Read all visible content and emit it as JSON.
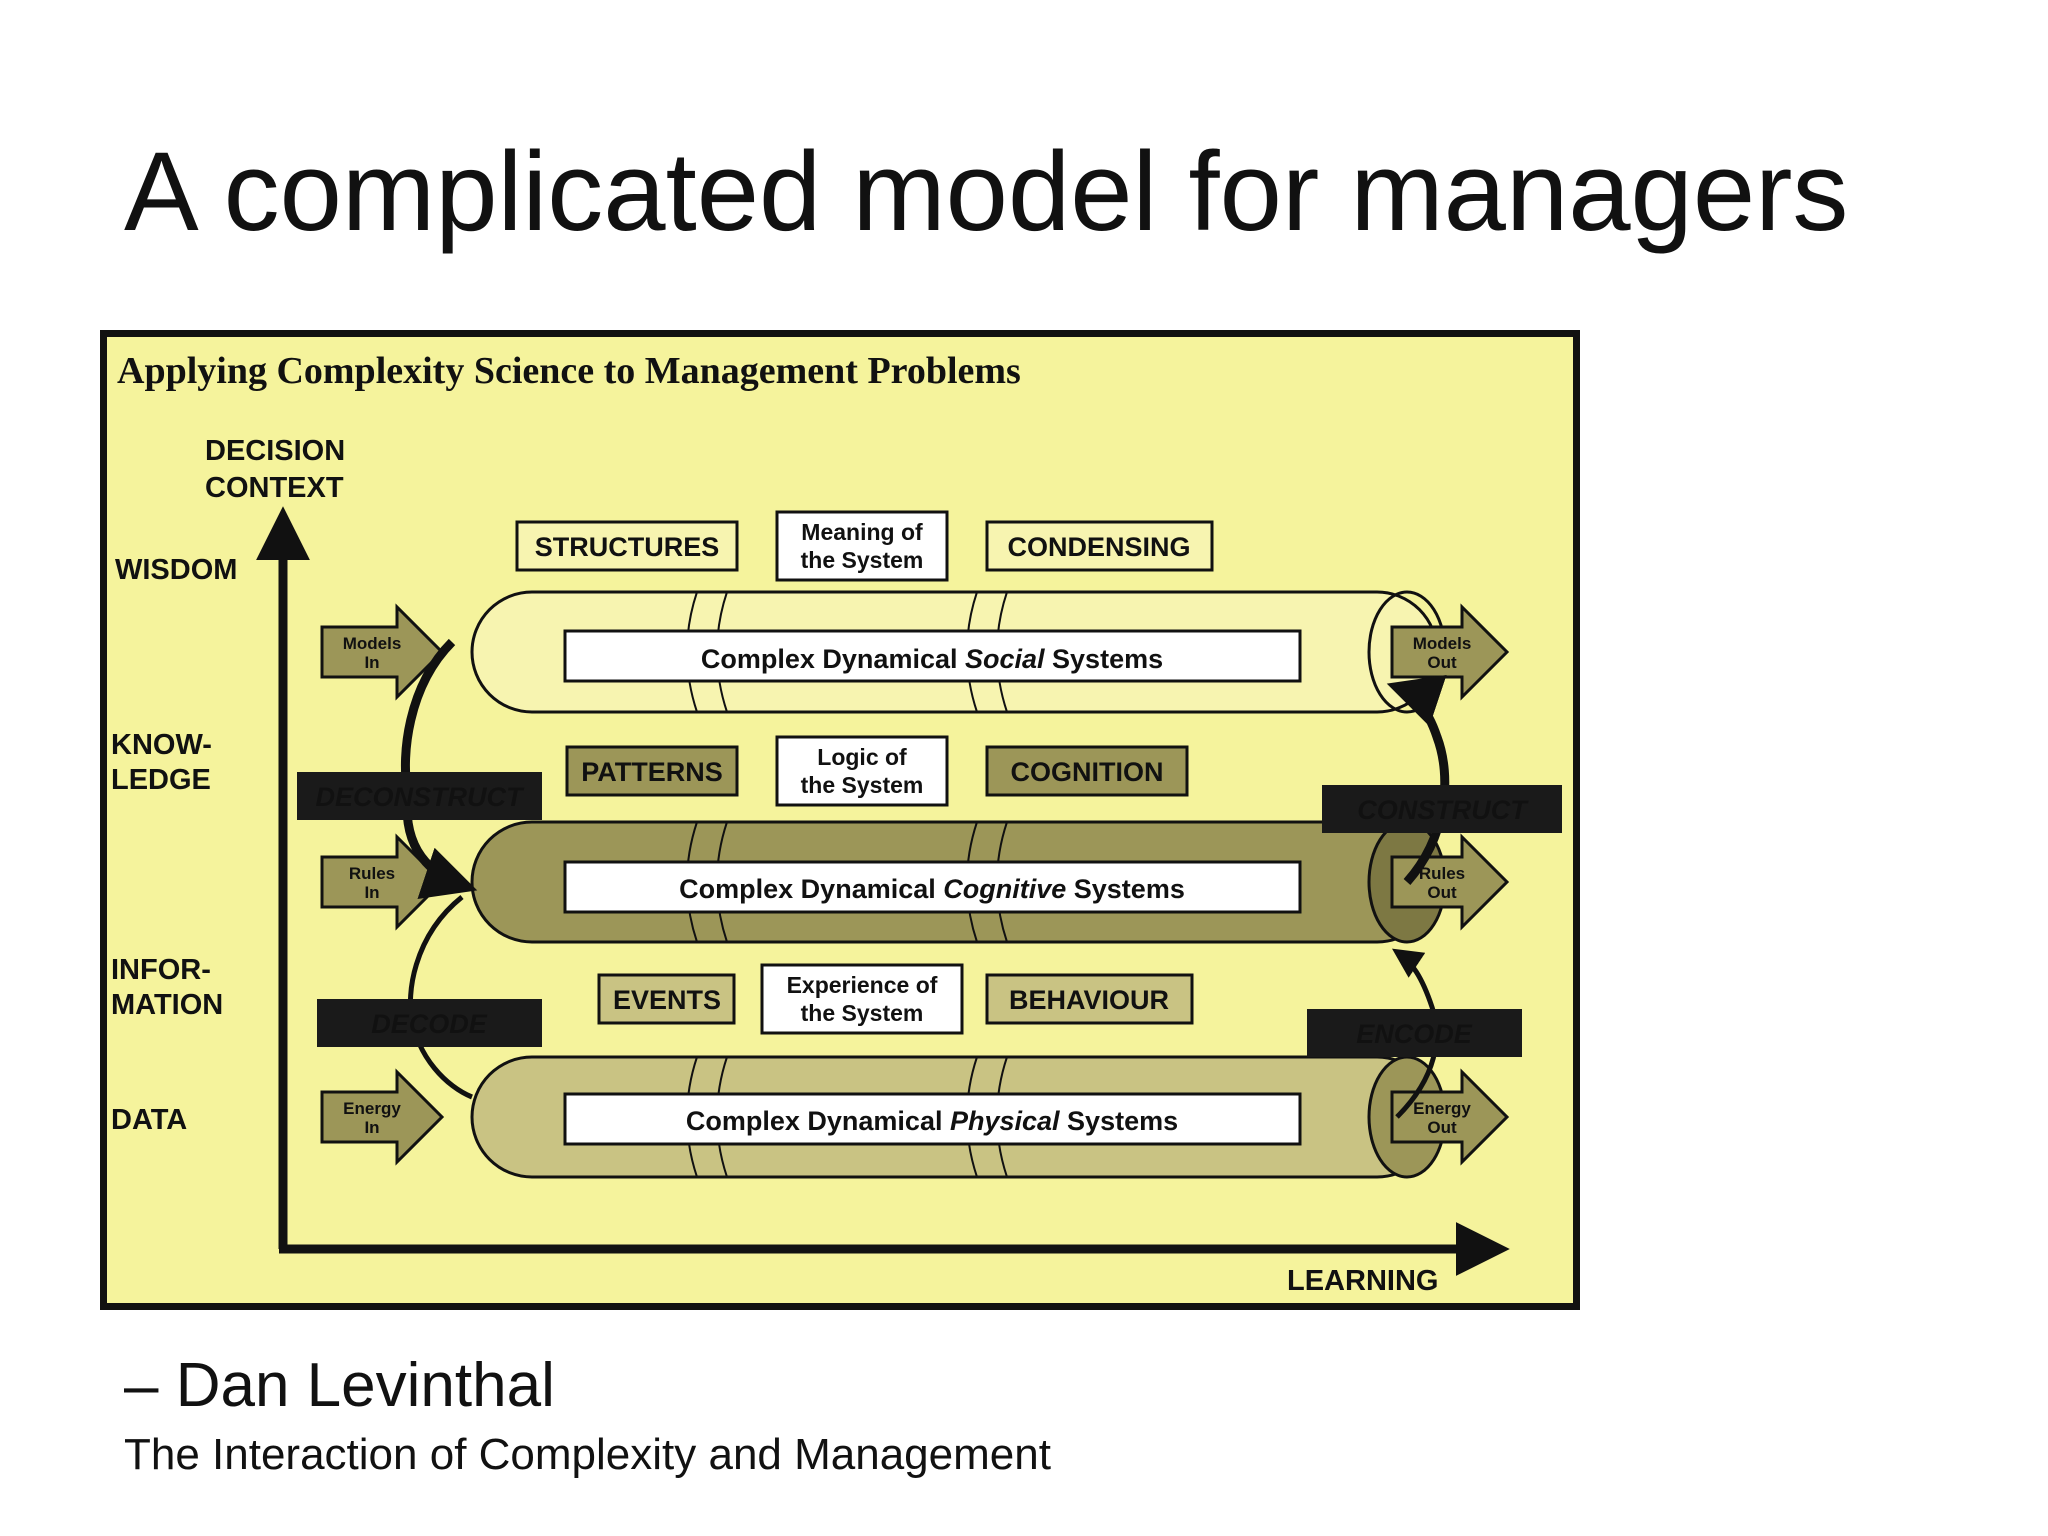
{
  "slide": {
    "title": "A complicated model for managers",
    "attribution_name": "– Dan Levinthal",
    "attribution_source": "The Interaction of Complexity and Management"
  },
  "figure": {
    "heading": "Applying Complexity Science to Management Problems",
    "y_axis_label_1": "DECISION",
    "y_axis_label_2": "CONTEXT",
    "x_axis_label": "LEARNING",
    "levels": {
      "wisdom": "WISDOM",
      "knowledge_1": "KNOW-",
      "knowledge_2": "LEDGE",
      "information_1": "INFOR-",
      "information_2": "MATION",
      "data": "DATA"
    },
    "layers": {
      "social": {
        "left_box": "STRUCTURES",
        "center_1": "Meaning of",
        "center_2": "the System",
        "right_box": "CONDENSING",
        "system_prefix": "Complex Dynamical ",
        "system_em": "Social",
        "system_suffix": " Systems",
        "in_1": "Models",
        "in_2": "In",
        "out_1": "Models",
        "out_2": "Out"
      },
      "cognitive": {
        "left_box": "PATTERNS",
        "center_1": "Logic of",
        "center_2": "the System",
        "right_box": "COGNITION",
        "system_prefix": "Complex Dynamical ",
        "system_em": "Cognitive",
        "system_suffix": " Systems",
        "in_1": "Rules",
        "in_2": "In",
        "out_1": "Rules",
        "out_2": "Out"
      },
      "physical": {
        "left_box": "EVENTS",
        "center_1": "Experience of",
        "center_2": "the System",
        "right_box": "BEHAVIOUR",
        "system_prefix": "Complex Dynamical ",
        "system_em": "Physical",
        "system_suffix": " Systems",
        "in_1": "Energy",
        "in_2": "In",
        "out_1": "Energy",
        "out_2": "Out"
      }
    },
    "processes": {
      "deconstruct": "DECONSTRUCT",
      "decode": "DECODE",
      "construct": "CONSTRUCT",
      "encode": "ENCODE"
    },
    "colors": {
      "background": "#f5f39c",
      "social_fill": "#f7f4b0",
      "cognitive_fill": "#9c9658",
      "physical_fill": "#c9c383",
      "dark_label": "#1a1a1a",
      "arrow_fill": "#9c9658"
    }
  }
}
